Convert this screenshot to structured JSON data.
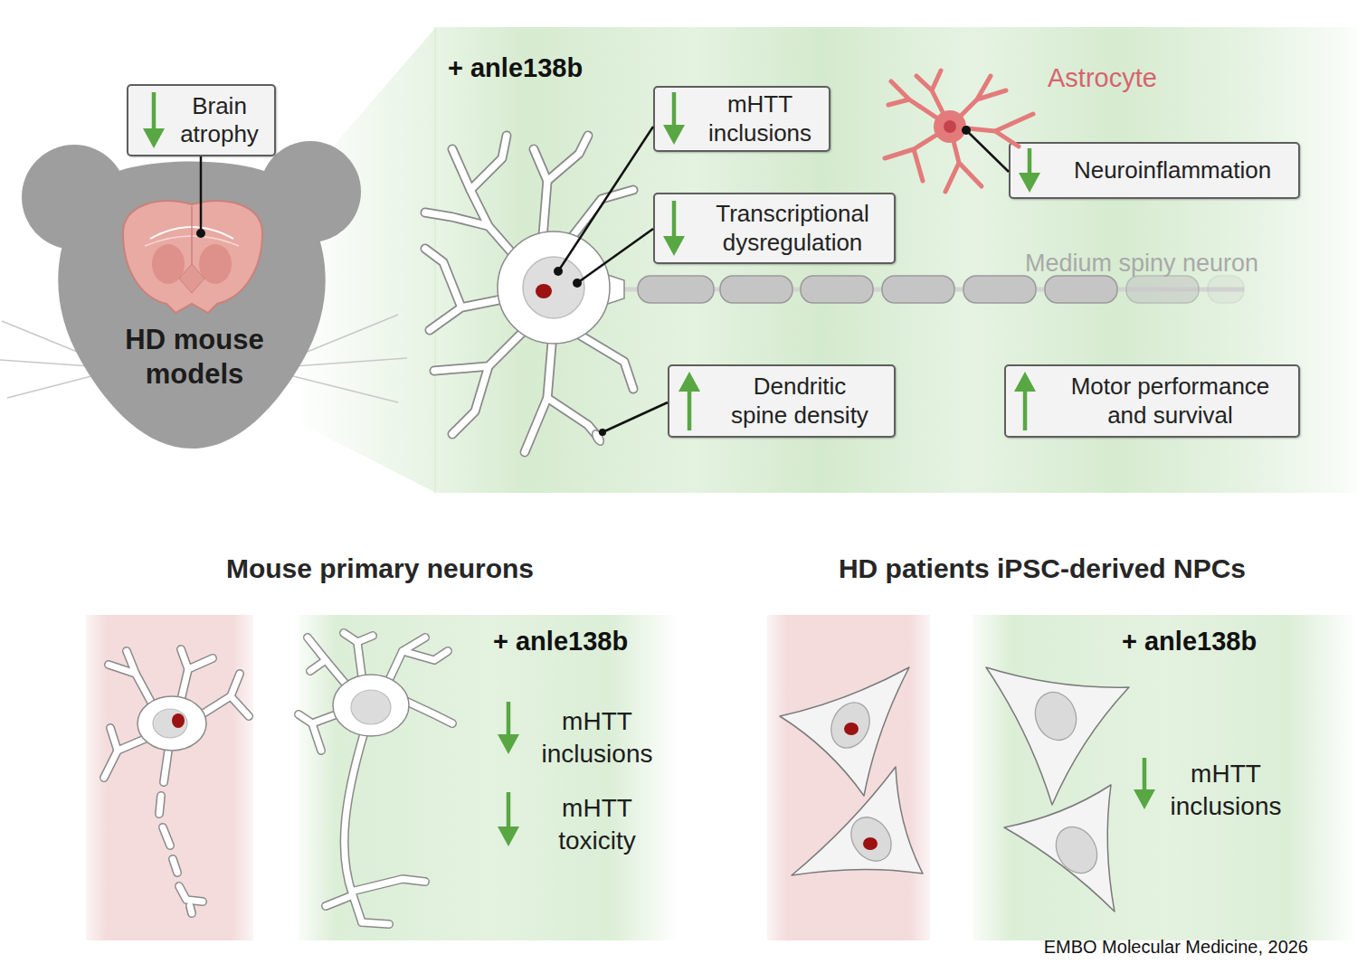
{
  "diagram": {
    "caption": "EMBO Molecular Medicine, 2026",
    "nodes": [
      {
        "text": [
          "Brain atrophy"
        ]
      },
      {
        "text": [
          "HD mouse models"
        ]
      },
      {
        "text": [
          "+ anle138b"
        ]
      },
      {
        "text": [
          "mHTT inclusions"
        ],
        "in": 2
      },
      {
        "text": [
          "Transcriptional dysregulation"
        ],
        "in": 2
      },
      {
        "text": [
          "Neuroinflammation"
        ],
        "in": 2
      },
      {
        "text": [
          "Dendritic spine density"
        ],
        "in": 2
      },
      {
        "text": [
          "Motor performance and survival"
        ],
        "in": 2
      },
      {
        "text": [
          "+ anle138b",
          "mHTT inclusions",
          "mHTT toxicity"
        ]
      },
      {
        "text": [
          "+ anle138b",
          "mHTT inclusions"
        ]
      }
    ],
    "labels": [
      "Astrocyte",
      "Medium spiny neuron",
      "Mouse primary neurons",
      "HD patients iPSC-derived NPCs"
    ]
  }
}
